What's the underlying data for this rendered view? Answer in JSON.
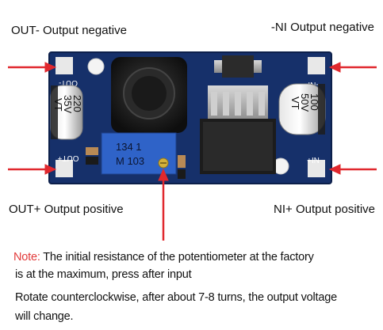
{
  "labels": {
    "top_left": "OUT- Output negative",
    "top_right": "-NI  Output negative",
    "bottom_left": "OUT+ Output positive",
    "bottom_right": "NI+ Output positive"
  },
  "note": {
    "prefix": "Note:",
    "line1": " The initial resistance of the potentiometer at the factory",
    "line2": "is at the maximum, press after input",
    "line3": "Rotate counterclockwise, after about 7-8 turns, the output voltage",
    "line4": "will change."
  },
  "board": {
    "pin_left_top": "OUT-",
    "pin_left_bottom": "OUT+",
    "pin_right_top": "-NI",
    "pin_right_bottom": "NI+",
    "cap_left_text": [
      "220",
      "35V",
      "VT"
    ],
    "cap_right_text": [
      "100",
      "50V",
      "VT"
    ],
    "pot_text_1": "134 1",
    "pot_text_2": "M 103"
  },
  "colors": {
    "arrow": "#e0282e",
    "pcb": "#16306a",
    "note_key": "#e23a3a"
  }
}
